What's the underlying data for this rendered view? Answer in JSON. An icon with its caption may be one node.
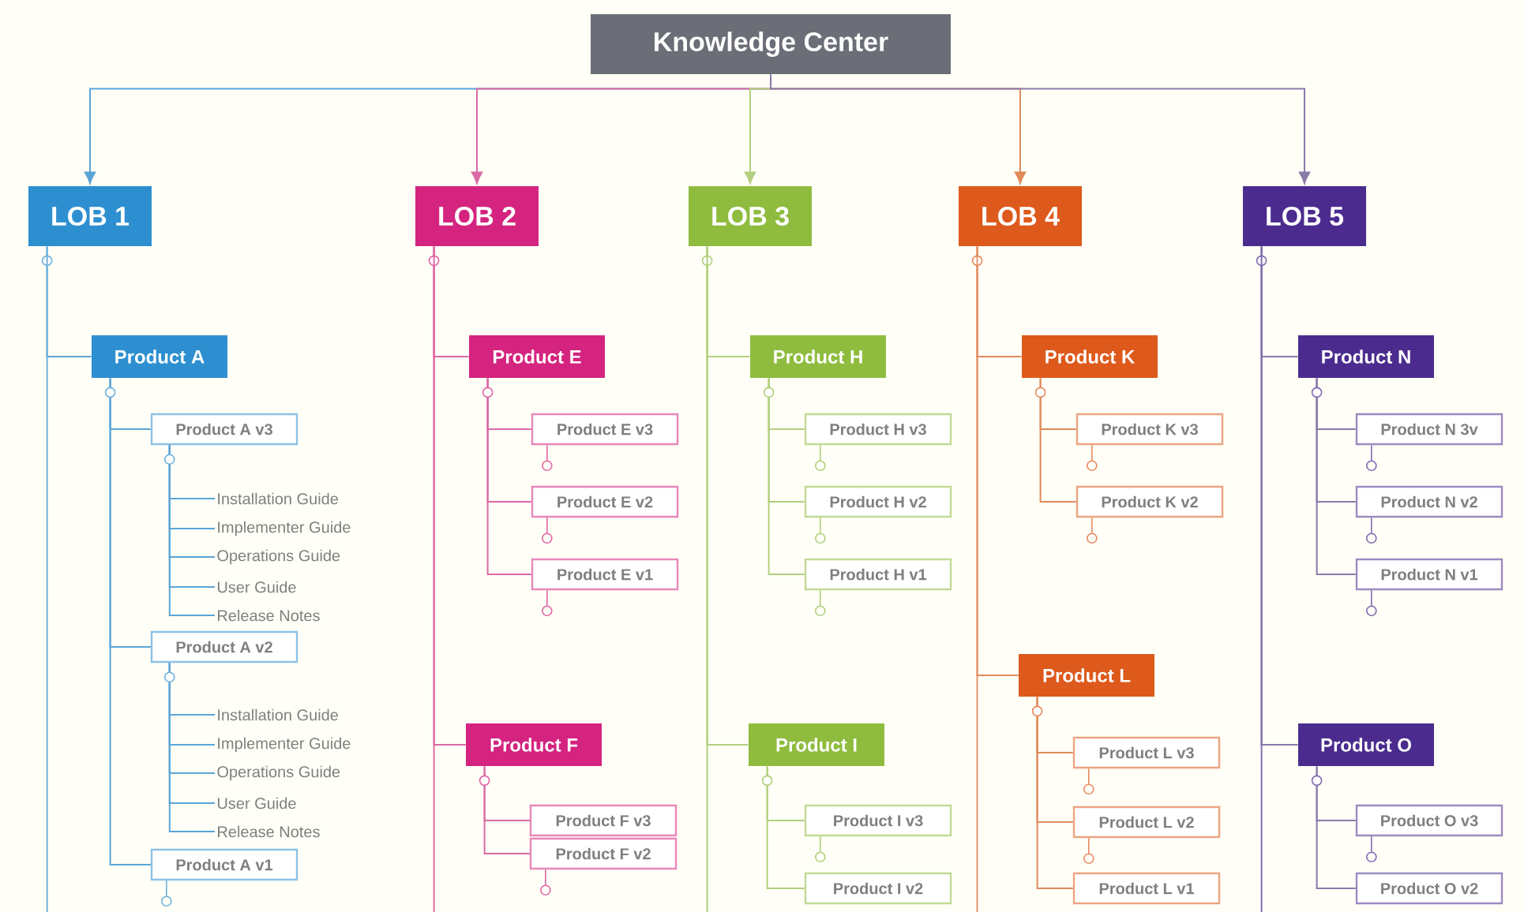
{
  "diagram": {
    "nodes": [
      {
        "text": [
          "Knowledge Center"
        ]
      },
      {
        "text": [
          "LOB 1"
        ]
      },
      {
        "text": [
          "LOB 2"
        ]
      },
      {
        "text": [
          "LOB 3"
        ]
      },
      {
        "text": [
          "LOB 4"
        ]
      },
      {
        "text": [
          "LOB 5"
        ]
      },
      {
        "text": [
          "Product A"
        ]
      },
      {
        "text": [
          "Product A v3"
        ]
      },
      {
        "text": [
          "Installation Guide"
        ]
      },
      {
        "text": [
          "Implementer Guide"
        ]
      },
      {
        "text": [
          "Operations Guide"
        ]
      },
      {
        "text": [
          "User Guide"
        ]
      },
      {
        "text": [
          "Release Notes"
        ]
      },
      {
        "text": [
          "Product A v2"
        ]
      },
      {
        "text": [
          "Installation Guide"
        ]
      },
      {
        "text": [
          "Implementer Guide"
        ]
      },
      {
        "text": [
          "Operations Guide"
        ]
      },
      {
        "text": [
          "User Guide"
        ]
      },
      {
        "text": [
          "Release Notes"
        ]
      },
      {
        "text": [
          "Product A v1"
        ]
      },
      {
        "text": [
          "Product E"
        ]
      },
      {
        "text": [
          "Product E v3"
        ]
      },
      {
        "text": [
          "Product E v2"
        ]
      },
      {
        "text": [
          "Product E v1"
        ]
      },
      {
        "text": [
          "Product F"
        ]
      },
      {
        "text": [
          "Product F v3"
        ]
      },
      {
        "text": [
          "Product F v2"
        ]
      },
      {
        "text": [
          "Product H"
        ]
      },
      {
        "text": [
          "Product H v3"
        ]
      },
      {
        "text": [
          "Product H v2"
        ]
      },
      {
        "text": [
          "Product H v1"
        ]
      },
      {
        "text": [
          "Product I"
        ]
      },
      {
        "text": [
          "Product I v3"
        ]
      },
      {
        "text": [
          "Product I v2"
        ]
      },
      {
        "text": [
          "Product K"
        ]
      },
      {
        "text": [
          "Product K v3"
        ]
      },
      {
        "text": [
          "Product K v2"
        ]
      },
      {
        "text": [
          "Product L"
        ]
      },
      {
        "text": [
          "Product L v3"
        ]
      },
      {
        "text": [
          "Product L v2"
        ]
      },
      {
        "text": [
          "Product L v1"
        ]
      },
      {
        "text": [
          "Product N"
        ]
      },
      {
        "text": [
          "Product N 3v"
        ]
      },
      {
        "text": [
          "Product N v2"
        ]
      },
      {
        "text": [
          "Product N v1"
        ]
      },
      {
        "text": [
          "Product O"
        ]
      },
      {
        "text": [
          "Product O v3"
        ]
      },
      {
        "text": [
          "Product O v2"
        ]
      }
    ],
    "edges": [
      {
        "from": 0,
        "to": 1,
        "arrow": "to",
        "color": "#5aa5d8"
      },
      {
        "from": 0,
        "to": 2,
        "arrow": "to",
        "color": "#d96aa5"
      },
      {
        "from": 0,
        "to": 3,
        "arrow": "to",
        "color": "#b3cf7e"
      },
      {
        "from": 0,
        "to": 4,
        "arrow": "to",
        "color": "#e08a5a"
      },
      {
        "from": 0,
        "to": 5,
        "arrow": "to",
        "color": "#8a7aa8"
      },
      {
        "from": 1,
        "to": 6,
        "arrow": "none",
        "color": "#5aa5d8"
      },
      {
        "from": 6,
        "to": 7,
        "arrow": "none",
        "color": "#5aa5d8"
      },
      {
        "from": 7,
        "to": 8,
        "arrow": "none",
        "color": "#5aa5d8"
      },
      {
        "from": 7,
        "to": 9,
        "arrow": "none",
        "color": "#5aa5d8"
      },
      {
        "from": 7,
        "to": 10,
        "arrow": "none",
        "color": "#5aa5d8"
      },
      {
        "from": 7,
        "to": 11,
        "arrow": "none",
        "color": "#5aa5d8"
      },
      {
        "from": 7,
        "to": 12,
        "arrow": "none",
        "color": "#5aa5d8"
      },
      {
        "from": 6,
        "to": 13,
        "arrow": "none",
        "color": "#5aa5d8"
      },
      {
        "from": 13,
        "to": 14,
        "arrow": "none",
        "color": "#5aa5d8"
      },
      {
        "from": 13,
        "to": 15,
        "arrow": "none",
        "color": "#5aa5d8"
      },
      {
        "from": 13,
        "to": 16,
        "arrow": "none",
        "color": "#5aa5d8"
      },
      {
        "from": 13,
        "to": 17,
        "arrow": "none",
        "color": "#5aa5d8"
      },
      {
        "from": 13,
        "to": 18,
        "arrow": "none",
        "color": "#5aa5d8"
      },
      {
        "from": 6,
        "to": 19,
        "arrow": "none",
        "color": "#5aa5d8"
      },
      {
        "from": 2,
        "to": 20,
        "arrow": "none",
        "color": "#d96aa5"
      },
      {
        "from": 20,
        "to": 21,
        "arrow": "none",
        "color": "#d96aa5"
      },
      {
        "from": 20,
        "to": 22,
        "arrow": "none",
        "color": "#d96aa5"
      },
      {
        "from": 20,
        "to": 23,
        "arrow": "none",
        "color": "#d96aa5"
      },
      {
        "from": 2,
        "to": 24,
        "arrow": "none",
        "color": "#d96aa5"
      },
      {
        "from": 24,
        "to": 25,
        "arrow": "none",
        "color": "#d96aa5"
      },
      {
        "from": 24,
        "to": 26,
        "arrow": "none",
        "color": "#d96aa5"
      },
      {
        "from": 3,
        "to": 27,
        "arrow": "none",
        "color": "#b3cf7e"
      },
      {
        "from": 27,
        "to": 28,
        "arrow": "none",
        "color": "#b3cf7e"
      },
      {
        "from": 27,
        "to": 29,
        "arrow": "none",
        "color": "#b3cf7e"
      },
      {
        "from": 27,
        "to": 30,
        "arrow": "none",
        "color": "#b3cf7e"
      },
      {
        "from": 3,
        "to": 31,
        "arrow": "none",
        "color": "#b3cf7e"
      },
      {
        "from": 31,
        "to": 32,
        "arrow": "none",
        "color": "#b3cf7e"
      },
      {
        "from": 31,
        "to": 33,
        "arrow": "none",
        "color": "#b3cf7e"
      },
      {
        "from": 4,
        "to": 34,
        "arrow": "none",
        "color": "#e08a5a"
      },
      {
        "from": 34,
        "to": 35,
        "arrow": "none",
        "color": "#e08a5a"
      },
      {
        "from": 34,
        "to": 36,
        "arrow": "none",
        "color": "#e08a5a"
      },
      {
        "from": 4,
        "to": 37,
        "arrow": "none",
        "color": "#e08a5a"
      },
      {
        "from": 37,
        "to": 38,
        "arrow": "none",
        "color": "#e08a5a"
      },
      {
        "from": 37,
        "to": 39,
        "arrow": "none",
        "color": "#e08a5a"
      },
      {
        "from": 37,
        "to": 40,
        "arrow": "none",
        "color": "#e08a5a"
      },
      {
        "from": 5,
        "to": 41,
        "arrow": "none",
        "color": "#8a7aa8"
      },
      {
        "from": 41,
        "to": 42,
        "arrow": "none",
        "color": "#8a7aa8"
      },
      {
        "from": 41,
        "to": 43,
        "arrow": "none",
        "color": "#8a7aa8"
      },
      {
        "from": 41,
        "to": 44,
        "arrow": "none",
        "color": "#8a7aa8"
      },
      {
        "from": 5,
        "to": 45,
        "arrow": "none",
        "color": "#8a7aa8"
      },
      {
        "from": 45,
        "to": 46,
        "arrow": "none",
        "color": "#8a7aa8"
      },
      {
        "from": 45,
        "to": 47,
        "arrow": "none",
        "color": "#8a7aa8"
      }
    ]
  }
}
